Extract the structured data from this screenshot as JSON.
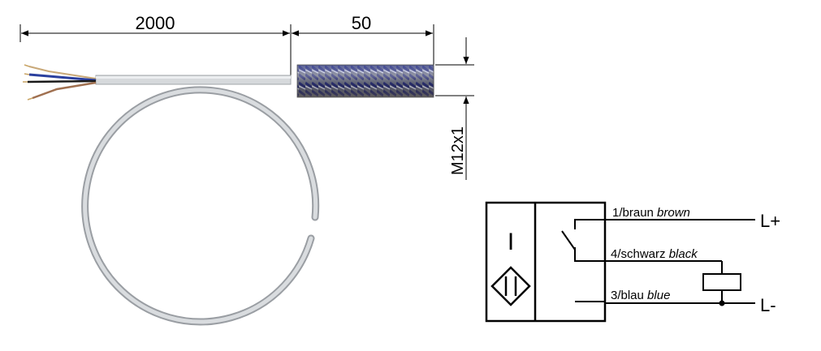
{
  "dimensions": {
    "cable_length": "2000",
    "sensor_length": "50",
    "thread": "M12x1"
  },
  "schematic": {
    "sensor_symbol": "I",
    "wires": [
      {
        "plain": "1/braun ",
        "italic": "brown",
        "terminal": "L+"
      },
      {
        "plain": "4/schwarz ",
        "italic": "black",
        "terminal": ""
      },
      {
        "plain": "3/blau ",
        "italic": "blue",
        "terminal": "L-"
      }
    ]
  }
}
